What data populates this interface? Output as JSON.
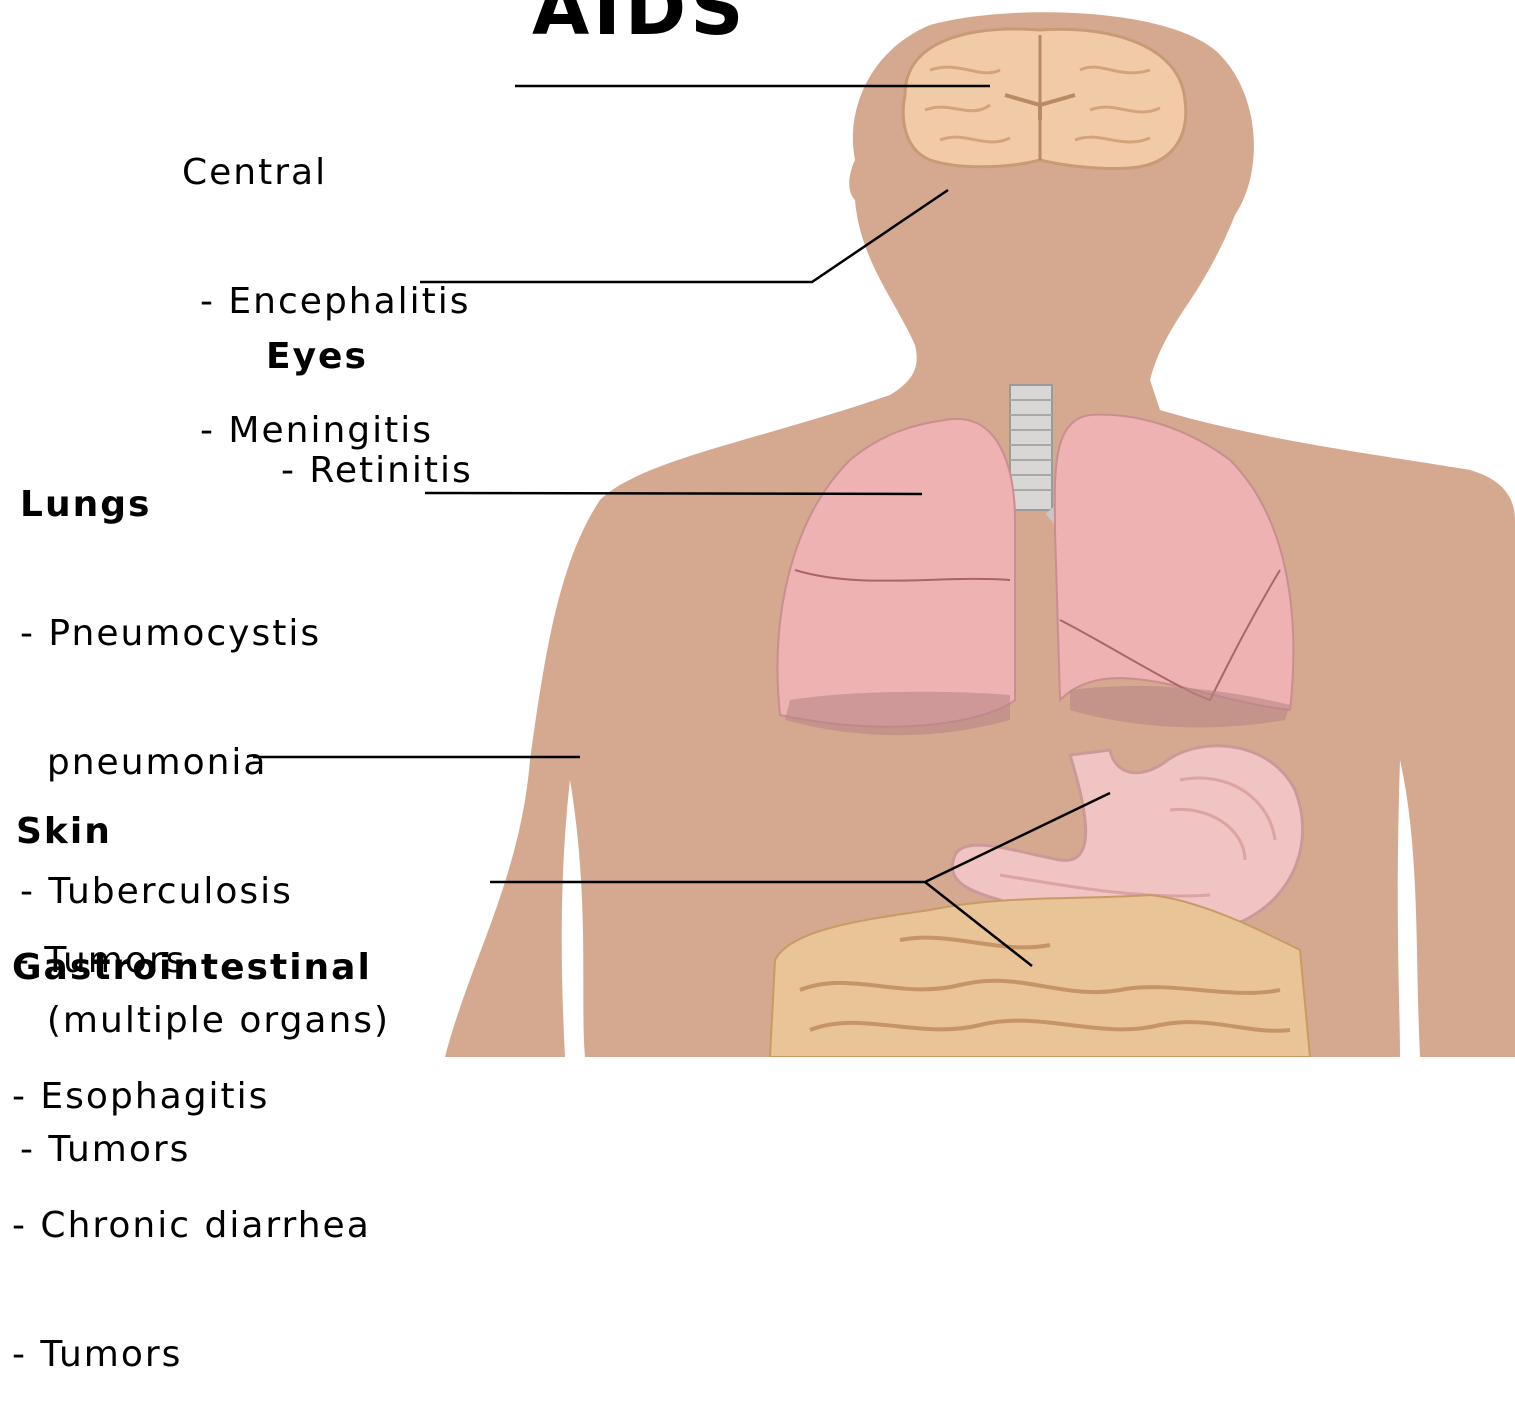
{
  "title": "AIDS",
  "colors": {
    "skin": "#d5a990",
    "brain": "#f1cba7",
    "lung": "#eeb2b3",
    "stomach": "#f0c4c2",
    "intestine": "#e9c497",
    "line": "#000000"
  },
  "groups": [
    {
      "heading": "Central",
      "heading_bold": false,
      "items": [
        "- Encephalitis",
        "- Meningitis"
      ]
    },
    {
      "heading": "Eyes",
      "heading_bold": true,
      "items": [
        "- Retinitis"
      ]
    },
    {
      "heading": "Lungs",
      "heading_bold": true,
      "items": [
        "- Pneumocystis",
        "  pneumonia",
        "- Tuberculosis",
        "  (multiple organs)",
        "- Tumors"
      ]
    },
    {
      "heading": "Skin",
      "heading_bold": true,
      "items": [
        "- Tumors"
      ]
    },
    {
      "heading": "Gastrointestinal",
      "heading_bold": true,
      "items": [
        "- Esophagitis",
        "- Chronic diarrhea",
        "- Tumors"
      ]
    }
  ]
}
